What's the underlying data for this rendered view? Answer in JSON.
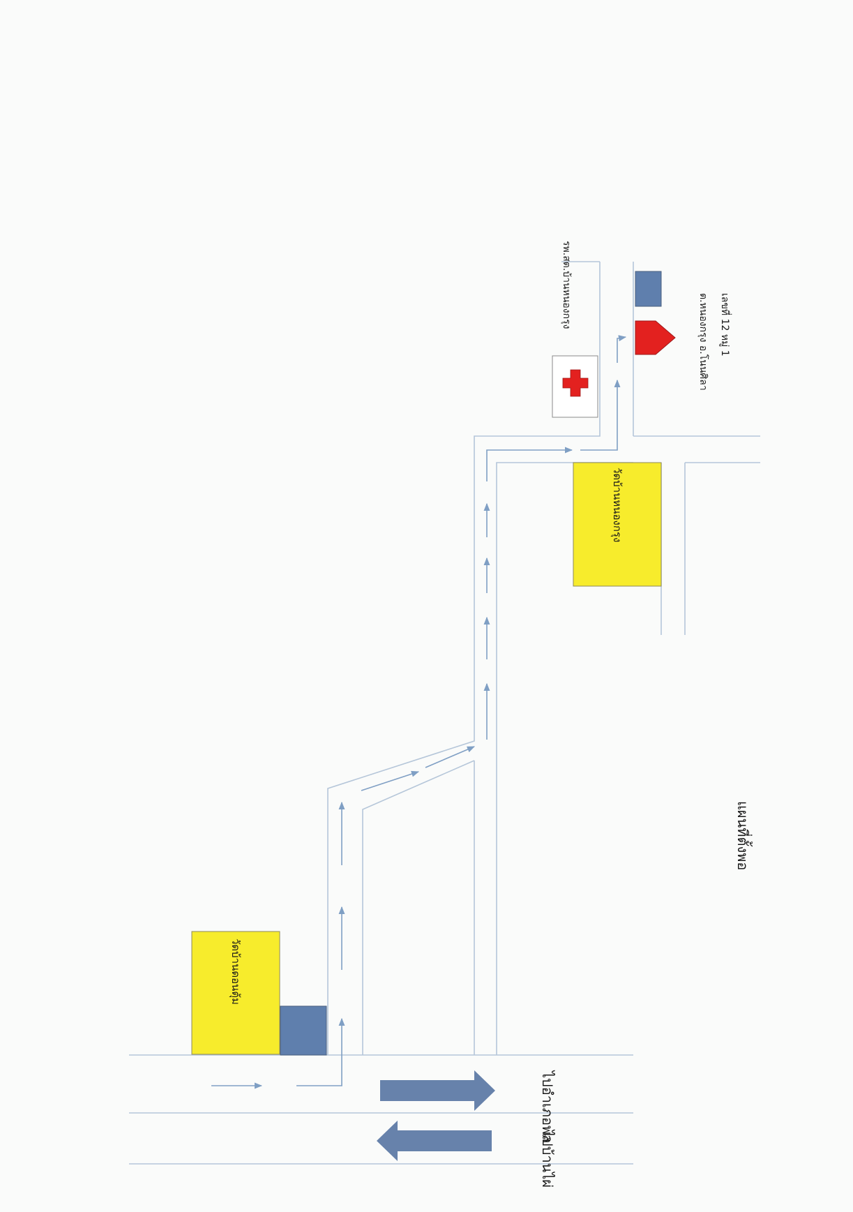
{
  "title": "แผนที่ตั้งพอ",
  "landmarks": {
    "temple_1": "วัดบ้านหนองกรุง",
    "temple_2": "วัดบ้านดอนตุ้ม",
    "hospital": "รพ.สต.บ้านหนองกรุง",
    "address_line_1": "เลขที่ 12 หมู่ 1",
    "address_line_2": "ต.หนองกรุง อ.โนนศิลา"
  },
  "directions": {
    "to_town": "ไปบ้านไผ่",
    "to_district": "ไปอำเภอพล"
  },
  "colors": {
    "road": "#b5c6d9",
    "route": "#7f9fc4",
    "building_yellow": "#f7ec2c",
    "house_red": "#e3211f",
    "blue_block": "#5f7fad",
    "big_arrow": "#6782ab"
  }
}
